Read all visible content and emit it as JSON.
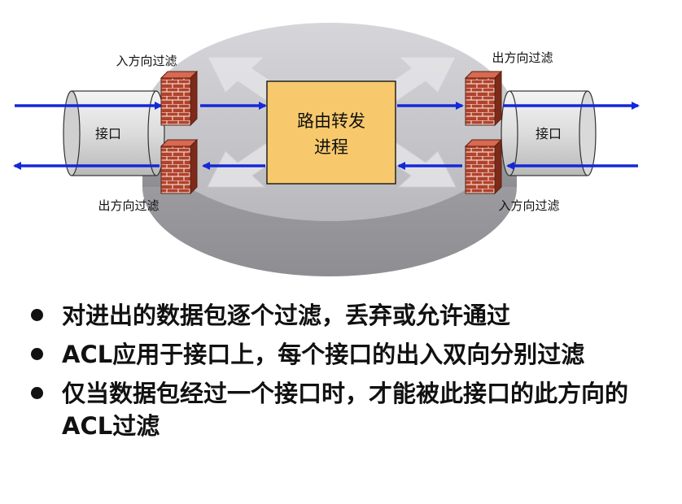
{
  "diagram": {
    "process_box": {
      "line1": "路由转发",
      "line2": "进程",
      "fill": "#F8C96C"
    },
    "left_interface": {
      "label": "接口"
    },
    "right_interface": {
      "label": "接口"
    },
    "filters": {
      "top_left": "入方向过滤",
      "bottom_left": "出方向过滤",
      "top_right": "出方向过滤",
      "bottom_right": "入方向过滤"
    },
    "colors": {
      "arrow": "#1428D8",
      "brick": "#B0402A",
      "router_body": "#B8B8BC"
    },
    "icons": [
      "firewall-icon",
      "arrow-icon",
      "router-icon"
    ]
  },
  "bullets": [
    "对进出的数据包逐个过滤，丢弃或允许通过",
    "ACL应用于接口上，每个接口的出入双向分别过滤",
    "仅当数据包经过一个接口时，才能被此接口的此方向的ACL过滤"
  ]
}
